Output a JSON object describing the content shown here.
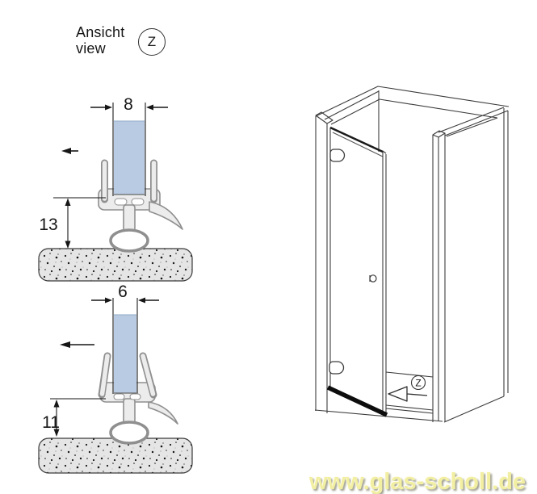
{
  "view_label": {
    "primary": "Ansicht",
    "secondary": "view",
    "marker": "Z"
  },
  "profile_top": {
    "glass_width_mm": "8",
    "floor_clearance_mm": "13"
  },
  "profile_bottom": {
    "glass_width_mm": "6",
    "floor_clearance_mm": "11"
  },
  "enclosure": {
    "detail_marker": "Z"
  },
  "watermark": {
    "text": "www.glas-scholl.de"
  },
  "colors": {
    "glass_blue": "#b9cbe2",
    "seal_gray": "#ececec",
    "seal_outline": "#8f8f8f",
    "floor_gray": "#e5e5e5",
    "line_black": "#2f2f2f",
    "watermark_yellow": "#f2efa2"
  }
}
